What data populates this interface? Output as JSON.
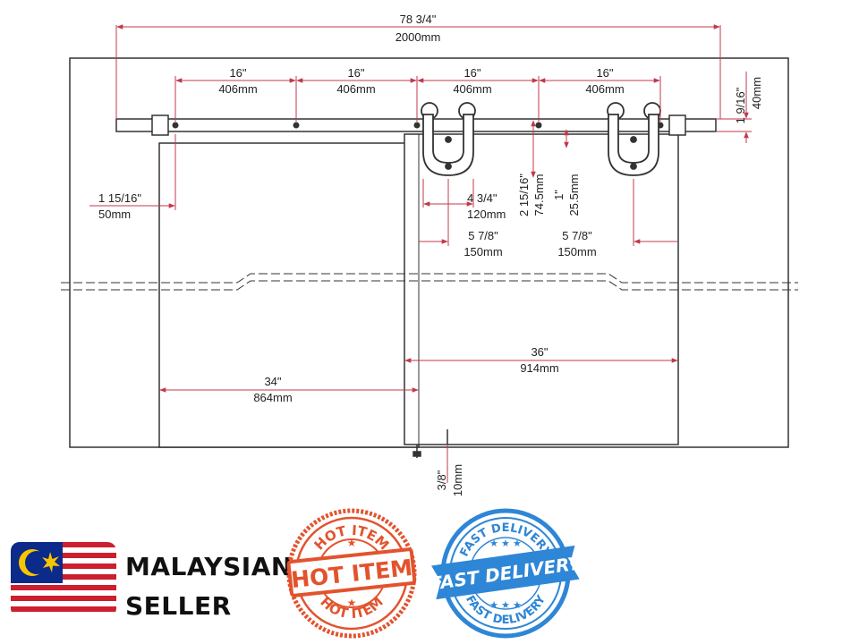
{
  "dimensions": {
    "total_width": {
      "imperial": "78 3/4\"",
      "metric": "2000mm"
    },
    "spacing_1": {
      "imperial": "16\"",
      "metric": "406mm"
    },
    "spacing_2": {
      "imperial": "16\"",
      "metric": "406mm"
    },
    "spacing_3": {
      "imperial": "16\"",
      "metric": "406mm"
    },
    "spacing_4": {
      "imperial": "16\"",
      "metric": "406mm"
    },
    "rail_height": {
      "imperial": "1 9/16\"",
      "metric": "40mm"
    },
    "rail_offset": {
      "imperial": "1 15/16\"",
      "metric": "50mm"
    },
    "hanger_width": {
      "imperial": "4 3/4\"",
      "metric": "120mm"
    },
    "hanger_drop": {
      "imperial": "2 15/16\"",
      "metric": "74.5mm"
    },
    "door_gap": {
      "imperial": "1\"",
      "metric": "25.5mm"
    },
    "hanger_inset_left": {
      "imperial": "5 7/8\"",
      "metric": "150mm"
    },
    "hanger_inset_right": {
      "imperial": "5 7/8\"",
      "metric": "150mm"
    },
    "door_width": {
      "imperial": "36\"",
      "metric": "914mm"
    },
    "opening_width": {
      "imperial": "34\"",
      "metric": "864mm"
    },
    "floor_gap": {
      "imperial": "3/8\"",
      "metric": "10mm"
    }
  },
  "seller": {
    "line1": "MALAYSIAN",
    "line2": "SELLER"
  },
  "hot_item": {
    "ring_top": "HOT ITEM",
    "center": "HOT ITEM",
    "ring_bottom": "HOT ITEM"
  },
  "fast_delivery": {
    "ring_top": "FAST DELIVERY",
    "center": "FAST DELIVERY",
    "ring_bottom": "FAST DELIVERY"
  },
  "colors": {
    "dimension": "#c0394b",
    "outline": "#333333",
    "hot": "#e2532d",
    "fast": "#2e86d6",
    "flag_red": "#cc1f2f",
    "flag_blue": "#0b2a8a",
    "flag_yellow": "#f7c600"
  }
}
